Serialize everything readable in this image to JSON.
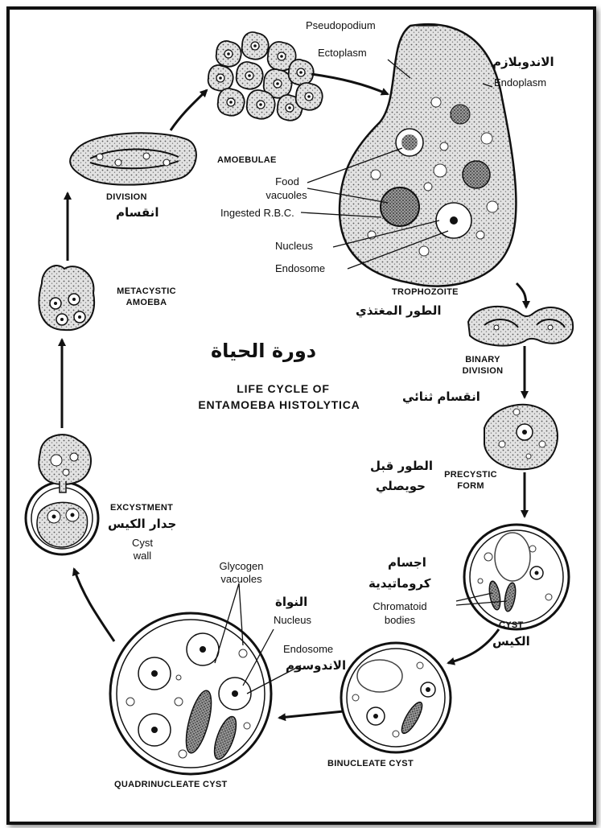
{
  "title": {
    "arabic": "دورة الحياة",
    "line1": "LIFE CYCLE OF",
    "line2": "ENTAMOEBA HISTOLYTICA"
  },
  "trophozoite": {
    "pseudopodium": "Pseudopodium",
    "ectoplasm": "Ectoplasm",
    "endoplasm_ar": "الاندوبلازم",
    "endoplasm": "Endoplasm",
    "food_vacuoles_1": "Food",
    "food_vacuoles_2": "vacuoles",
    "ingested_rbc": "Ingested R.B.C.",
    "nucleus": "Nucleus",
    "endosome": "Endosome",
    "caption": "TROPHOZOITE",
    "caption_ar": "الطور المغتذي"
  },
  "amoebulae": {
    "caption": "AMOEBULAE"
  },
  "division": {
    "caption": "DIVISION",
    "caption_ar": "انقسام"
  },
  "metacystic": {
    "line1": "METACYSTIC",
    "line2": "AMOEBA"
  },
  "binary": {
    "line1": "BINARY",
    "line2": "DIVISION",
    "caption_ar": "انقسام ثنائي"
  },
  "precystic": {
    "ar1": "الطور قبل",
    "ar2": "حويصلي",
    "line1": "PRECYSTIC",
    "line2": "FORM"
  },
  "cyst": {
    "chromatoid_ar1": "اجسام",
    "chromatoid_ar2": "كروماتيدية",
    "chromatoid1": "Chromatoid",
    "chromatoid2": "bodies",
    "caption": "CYST",
    "caption_ar": "الكيس"
  },
  "binucleate": {
    "caption": "BINUCLEATE CYST"
  },
  "quadrinucleate": {
    "glycogen1": "Glycogen",
    "glycogen2": "vacuoles",
    "nucleus_ar": "النواة",
    "nucleus": "Nucleus",
    "endosome": "Endosome",
    "endosome_ar": "الاندوسوم",
    "caption": "QUADRINUCLEATE CYST"
  },
  "excystment": {
    "caption": "EXCYSTMENT",
    "cyst_wall_ar": "جدار الكيس",
    "cyst_wall1": "Cyst",
    "cyst_wall2": "wall"
  },
  "colors": {
    "ink": "#111111",
    "cytoplasm": "#d8d8d8",
    "frame": "#111111"
  }
}
